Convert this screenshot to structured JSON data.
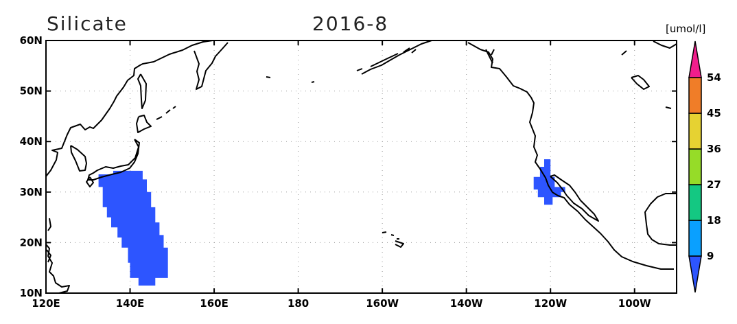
{
  "title": {
    "variable": "Silicate",
    "date": "2016-8"
  },
  "map": {
    "lon_ticks": [
      {
        "lon": 120,
        "label": "120E"
      },
      {
        "lon": 140,
        "label": "140E"
      },
      {
        "lon": 160,
        "label": "160E"
      },
      {
        "lon": 180,
        "label": "180"
      },
      {
        "lon": 200,
        "label": "160W"
      },
      {
        "lon": 220,
        "label": "140W"
      },
      {
        "lon": 240,
        "label": "120W"
      },
      {
        "lon": 260,
        "label": "100W"
      }
    ],
    "lat_ticks": [
      {
        "lat": 10,
        "label": "10N"
      },
      {
        "lat": 20,
        "label": "20N"
      },
      {
        "lat": 30,
        "label": "30N"
      },
      {
        "lat": 40,
        "label": "40N"
      },
      {
        "lat": 50,
        "label": "50N"
      },
      {
        "lat": 60,
        "label": "60N"
      }
    ],
    "lon_range": [
      120,
      270
    ],
    "lat_range": [
      10,
      60
    ],
    "ocean_color": "#ffffff",
    "coastline_color": "#000000",
    "grid": "dotted"
  },
  "field": {
    "fill_color": "#2d55ff",
    "regions": [
      {
        "name": "western-pacific-low-silicate",
        "points": [
          [
            132.5,
            33.5
          ],
          [
            136,
            33.5
          ],
          [
            136,
            34.2
          ],
          [
            143,
            34.2
          ],
          [
            143,
            32.5
          ],
          [
            144,
            32.5
          ],
          [
            144,
            30
          ],
          [
            145,
            30
          ],
          [
            145,
            27
          ],
          [
            146,
            27
          ],
          [
            146,
            24
          ],
          [
            147,
            24
          ],
          [
            147,
            21.5
          ],
          [
            148,
            21.5
          ],
          [
            148,
            19
          ],
          [
            149,
            19
          ],
          [
            149,
            13
          ],
          [
            146,
            13
          ],
          [
            146,
            11.5
          ],
          [
            142,
            11.5
          ],
          [
            142,
            13
          ],
          [
            140,
            13
          ],
          [
            140,
            16
          ],
          [
            139.5,
            16
          ],
          [
            139.5,
            19
          ],
          [
            138,
            19
          ],
          [
            138,
            21
          ],
          [
            137,
            21
          ],
          [
            137,
            23
          ],
          [
            135.5,
            23
          ],
          [
            135.5,
            25
          ],
          [
            134.5,
            25
          ],
          [
            134.5,
            27
          ],
          [
            133.5,
            27
          ],
          [
            133.5,
            31
          ],
          [
            132.5,
            31
          ]
        ]
      },
      {
        "name": "eastern-pacific-low-silicate",
        "points": [
          [
            238.5,
            36.5
          ],
          [
            238.5,
            35
          ],
          [
            237.5,
            35
          ],
          [
            237.5,
            33
          ],
          [
            236,
            33
          ],
          [
            236,
            30.5
          ],
          [
            237,
            30.5
          ],
          [
            237,
            29
          ],
          [
            238.5,
            29
          ],
          [
            238.5,
            27.5
          ],
          [
            240.5,
            27.5
          ],
          [
            240.5,
            29
          ],
          [
            242.5,
            29
          ],
          [
            242.5,
            30
          ],
          [
            243.5,
            30
          ],
          [
            243.5,
            31
          ],
          [
            241,
            31
          ],
          [
            241,
            33
          ],
          [
            240,
            33
          ],
          [
            240,
            36.5
          ]
        ]
      }
    ]
  },
  "colorbar": {
    "unit": "[umol/l]",
    "levels": [
      "9",
      "18",
      "27",
      "36",
      "45",
      "54"
    ],
    "colors": [
      "#2d55ff",
      "#0aa0ff",
      "#14c882",
      "#96dc28",
      "#e6d232",
      "#f07d28",
      "#f01e8c"
    ]
  }
}
